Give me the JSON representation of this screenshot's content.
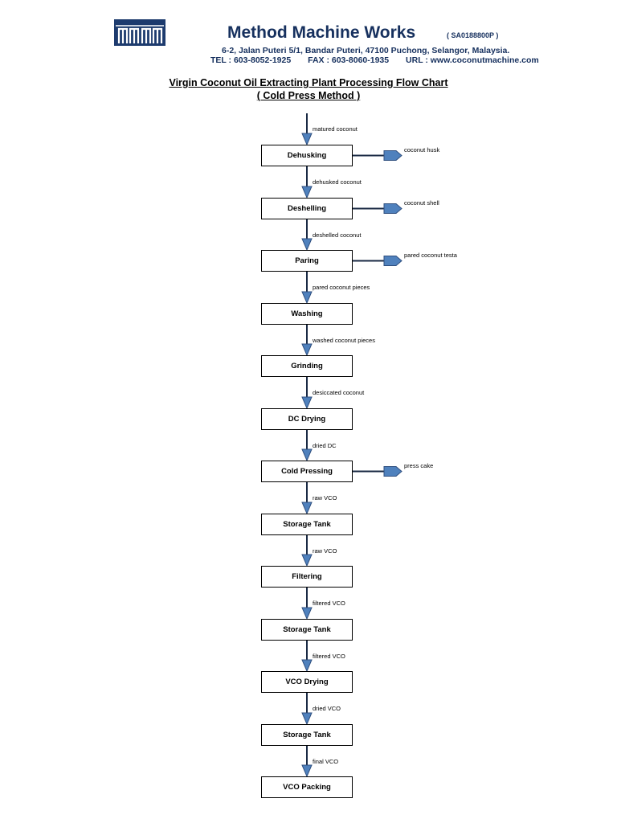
{
  "header": {
    "company_name": "Method Machine Works",
    "registration": "( SA0188800P )",
    "address_line": "6-2, Jalan Puteri 5/1, Bandar Puteri, 47100 Puchong, Selangor, Malaysia.",
    "tel": "TEL : 603-8052-1925",
    "fax": "FAX : 603-8060-1935",
    "url": "URL : www.coconutmachine.com",
    "logo_color": "#1d3b6e",
    "text_color": "#16305e"
  },
  "chart": {
    "title": "Virgin Coconut Oil Extracting Plant Processing Flow Chart",
    "subtitle": "( Cold Press Method )",
    "input_label": "matured coconut",
    "steps": [
      {
        "name": "Dehusking",
        "output_label": "dehusked coconut",
        "side_output": "coconut husk"
      },
      {
        "name": "Deshelling",
        "output_label": "deshelled coconut",
        "side_output": "coconut shell"
      },
      {
        "name": "Paring",
        "output_label": "pared coconut pieces",
        "side_output": "pared coconut testa"
      },
      {
        "name": "Washing",
        "output_label": "washed coconut pieces",
        "side_output": ""
      },
      {
        "name": "Grinding",
        "output_label": "desiccated coconut",
        "side_output": ""
      },
      {
        "name": "DC Drying",
        "output_label": "dried DC",
        "side_output": ""
      },
      {
        "name": "Cold Pressing",
        "output_label": "raw VCO",
        "side_output": "press cake"
      },
      {
        "name": "Storage Tank",
        "output_label": "raw VCO",
        "side_output": ""
      },
      {
        "name": "Filtering",
        "output_label": "filtered VCO",
        "side_output": ""
      },
      {
        "name": "Storage Tank",
        "output_label": "filtered VCO",
        "side_output": ""
      },
      {
        "name": "VCO Drying",
        "output_label": "dried VCO",
        "side_output": ""
      },
      {
        "name": "Storage Tank",
        "output_label": "final VCO",
        "side_output": ""
      },
      {
        "name": "VCO Packing",
        "output_label": "",
        "side_output": ""
      }
    ],
    "arrow_color": "#4f81bd",
    "arrow_stroke": "#2f4f7f"
  }
}
